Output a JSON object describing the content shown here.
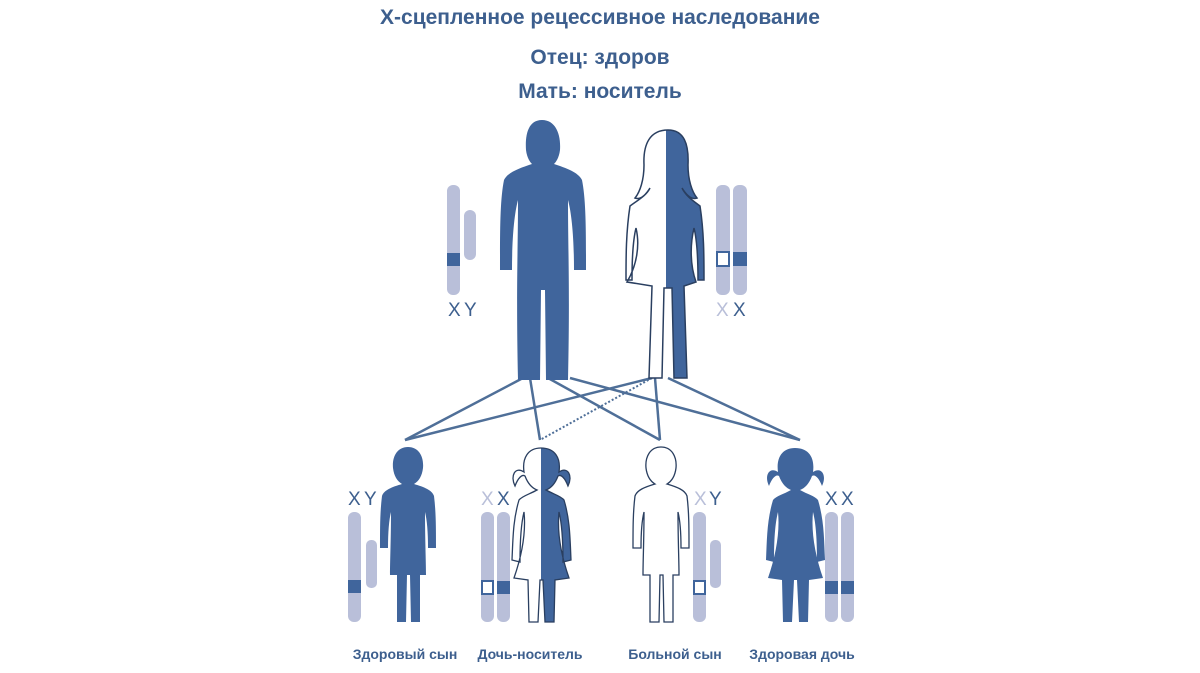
{
  "header": {
    "title": "Х-сцепленное рецессивное наследование",
    "father_status": "Отец: здоров",
    "mother_status": "Мать: носитель"
  },
  "colors": {
    "dark": "#40659c",
    "light": "#b9bfd9",
    "line": "#4f6f98",
    "text": "#3d5f8e"
  },
  "parents": {
    "father": {
      "chromosomes": [
        "X",
        "Y"
      ]
    },
    "mother": {
      "chromosomes": [
        "X",
        "X"
      ]
    }
  },
  "children": [
    {
      "caption": "Здоровый сын",
      "chromosomes": [
        "X",
        "Y"
      ]
    },
    {
      "caption": "Дочь-носитель",
      "chromosomes": [
        "X",
        "X"
      ]
    },
    {
      "caption": "Больной сын",
      "chromosomes": [
        "X",
        "Y"
      ]
    },
    {
      "caption": "Здоровая дочь",
      "chromosomes": [
        "X",
        "X"
      ]
    }
  ]
}
